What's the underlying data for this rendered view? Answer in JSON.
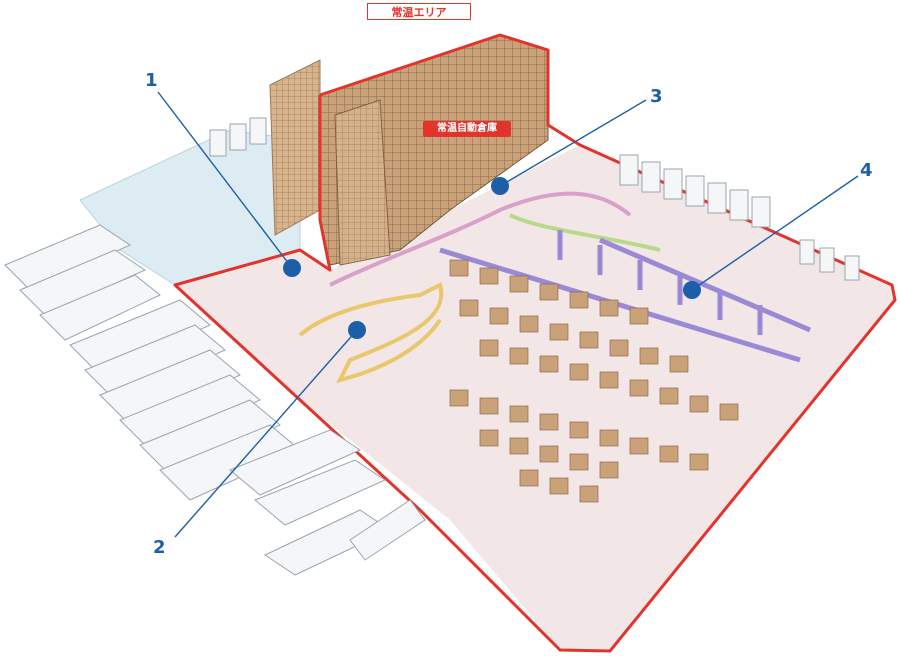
{
  "area_label": "常温エリア",
  "warehouse_tag": "常温自動倉庫",
  "callouts": [
    "1",
    "2",
    "3",
    "4"
  ],
  "colors": {
    "area_border": "#e2332c",
    "callout": "#1b5fa8",
    "floor": "#f3e6e6",
    "dock_floor": "#dcecf2"
  }
}
